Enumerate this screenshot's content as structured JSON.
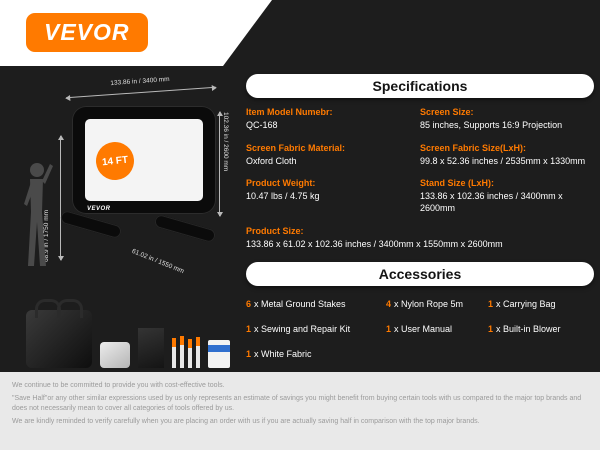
{
  "colors": {
    "accent": "#ff7a00",
    "background": "#1d1d1d",
    "footer_bg": "#e9e9e9"
  },
  "brand": {
    "logo_text": "VEVOR"
  },
  "product_figure": {
    "badge": "14 FT",
    "frame_logo": "VEVOR",
    "dim_width": "133.86 in / 3400 mm",
    "dim_height": "102.36 in / 2600 mm",
    "dim_person": "68.9 in / 1750 mm",
    "dim_depth": "61.02 in / 1550 mm"
  },
  "specifications": {
    "title": "Specifications",
    "items": [
      {
        "label": "Item Model Numebr:",
        "value": "QC-168"
      },
      {
        "label": "Screen Size:",
        "value": "85 inches, Supports 16:9 Projection"
      },
      {
        "label": "Screen Fabric Material:",
        "value": "Oxford Cloth"
      },
      {
        "label": "Screen Fabric Size(LxH):",
        "value": "99.8 x 52.36 inches / 2535mm x 1330mm"
      },
      {
        "label": "Product Weight:",
        "value": "10.47 lbs / 4.75 kg"
      },
      {
        "label": "Stand Size (LxH):",
        "value": "133.86 x 102.36 inches / 3400mm x 2600mm"
      },
      {
        "label": "Product Size:",
        "value": "133.86 x 61.02 x 102.36 inches / 3400mm x 1550mm x 2600mm"
      }
    ]
  },
  "accessories": {
    "title": "Accessories",
    "items": [
      {
        "qty": "6",
        "label": "x Metal Ground Stakes"
      },
      {
        "qty": "4",
        "label": "x Nylon Rope 5m"
      },
      {
        "qty": "1",
        "label": "x Carrying Bag"
      },
      {
        "qty": "1",
        "label": "x Sewing and Repair Kit"
      },
      {
        "qty": "1",
        "label": "x User Manual"
      },
      {
        "qty": "1",
        "label": "x Built-in Blower"
      },
      {
        "qty": "1",
        "label": "x White Fabric"
      }
    ]
  },
  "footer": {
    "line1": "We continue to be committed to provide you with cost-effective tools.",
    "line2": "\"Save Half\"or any other similar expressions used by us only represents an estimate of savings you might benefit from buying certain tools with us compared to the major top brands and does not necessarily mean to cover all categories of tools offered by us.",
    "line3": "We are kindly reminded to verify carefully when you are placing an order with us if you are actually saving half in comparison with the top major brands."
  },
  "images": [
    "projection-screen-photo",
    "person-silhouette",
    "carrying-bag-photo",
    "white-fabric-photo",
    "black-fabric-photo",
    "ground-stakes-photo",
    "user-manual-photo"
  ]
}
